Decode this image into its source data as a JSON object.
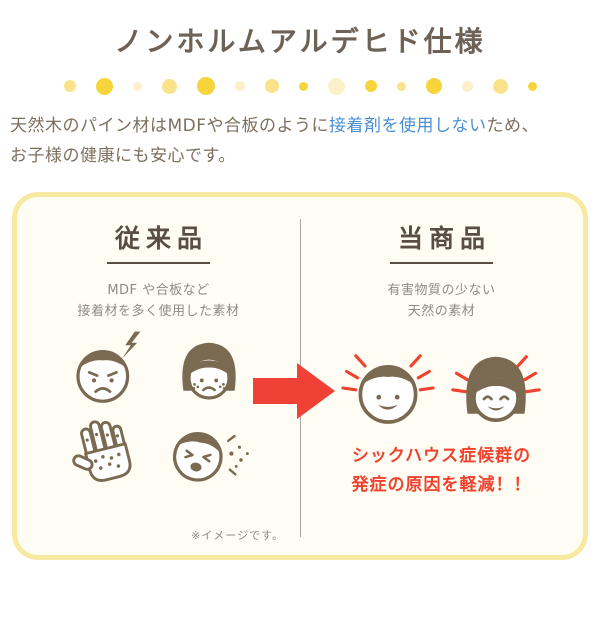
{
  "title": "ノンホルムアルデヒド仕様",
  "intro": {
    "segment1": "天然木のパイン材はMDFや合板のように",
    "segment2": "接着剤を使用しない",
    "segment3": "ため、",
    "line2": "お子様の健康にも安心です。"
  },
  "comparison": {
    "left": {
      "heading": "従来品",
      "description_line1": "MDF や合板など",
      "description_line2": "接着材を多く使用した素材",
      "note": "※イメージです。",
      "icons": [
        "sad-man-face",
        "sad-woman-face",
        "rash-hand",
        "sneezing-child-face"
      ]
    },
    "right": {
      "heading": "当商品",
      "description_line1": "有害物質の少ない",
      "description_line2": "天然の素材",
      "highlight_line1": "シックハウス症候群の",
      "highlight_line2": "発症の原因を軽減！！",
      "icons": [
        "happy-man-face",
        "happy-woman-face"
      ]
    }
  },
  "colors": {
    "accent_red": "#ef4135",
    "accent_blue": "#4a8fd4",
    "text_brown": "#7d6f5e",
    "heading_brown": "#584e43",
    "icon_brown": "#7b6a52",
    "box_border_yellow": "#f8e9a2",
    "box_background": "#fffdf3",
    "dot_yellow_bright": "#f6d53c",
    "dot_yellow_mid": "#f9e28a",
    "dot_yellow_pale": "#fcf0c8"
  }
}
